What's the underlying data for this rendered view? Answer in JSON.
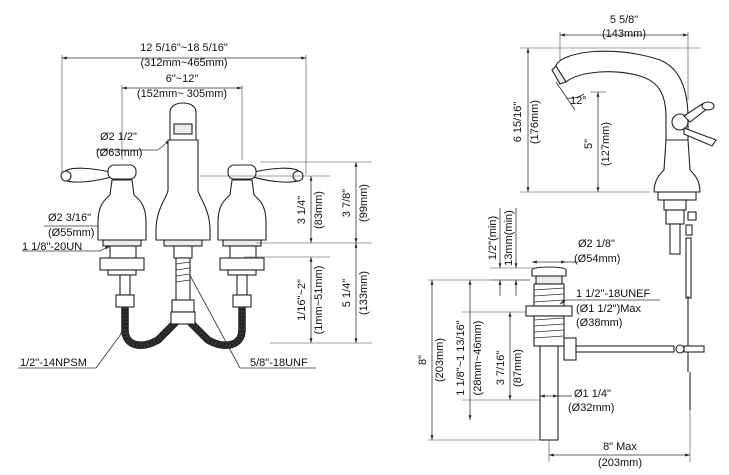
{
  "front_view": {
    "overall_width": "12 5/16\"~18 5/16\"",
    "overall_width_mm": "(312mm~465mm)",
    "center_spread": "6\"~12\"",
    "center_spread_mm": "(152mm~ 305mm)",
    "escutcheon_dia": "Ø2 1/2\"",
    "escutcheon_dia_mm": "(Ø63mm)",
    "handle_base_dia": "Ø2 3/16\"",
    "handle_base_dia_mm": "(Ø55mm)",
    "shank_thread": "1 1/8\"-20UN",
    "supply_thread": "1/2\"-14NPSM",
    "hose_thread": "5/8\"-18UNF",
    "handle_height": "3 1/4\"",
    "handle_height_mm": "(83mm)",
    "overall_height": "3 7/8\"",
    "overall_height_mm": "(99mm)",
    "deck_range": "1/16\"~2\"",
    "deck_range_mm": "(1mm~51mm)",
    "shank_length": "5 1/4\"",
    "shank_length_mm": "(133mm)"
  },
  "side_view": {
    "reach": "5 5/8\"",
    "reach_mm": "(143mm)",
    "angle": "12°",
    "spout_height": "6 15/16\"",
    "spout_height_mm": "(176mm)",
    "outlet_height": "5\"",
    "outlet_height_mm": "(127mm)"
  },
  "drain_view": {
    "flange_min": "1/2\"(min)",
    "flange_min_mm": "13mm(min)",
    "flange_dia": "Ø2 1/8\"",
    "flange_dia_mm": "(Ø54mm)",
    "body_thread": "1 1/2\"-18UNEF",
    "body_thread_max": "(Ø1 1/2\")Max",
    "body_thread_mm": "(Ø38mm)",
    "drain_length": "8\"",
    "drain_length_mm": "(203mm)",
    "thread_range": "1 1/8\"~1 13/16\"",
    "thread_range_mm": "(28mm~46mm)",
    "tail_length": "3 7/16\"",
    "tail_length_mm": "(87mm)",
    "tail_dia": "Ø1 1/4\"",
    "tail_dia_mm": "(Ø32mm)",
    "rod_max": "8\" Max",
    "rod_max_mm": "(203mm)"
  }
}
